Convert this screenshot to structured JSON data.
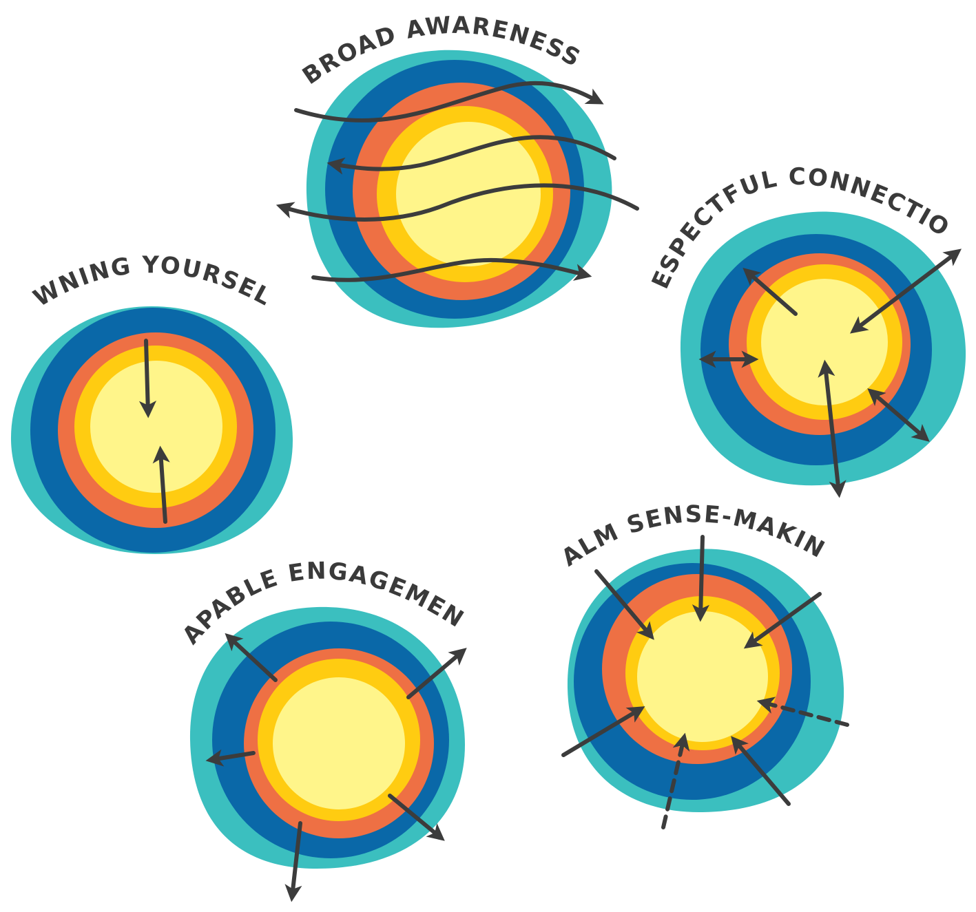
{
  "colors": {
    "outer_teal": "#3bbfbf",
    "ring_blue": "#0a68a8",
    "ring_orange": "#ee7044",
    "ring_gold": "#ffcc11",
    "core_yellow": "#fff58a",
    "arrow": "#3c3c3c",
    "label": "#3a3a3a"
  },
  "labels": {
    "broad_awareness": "BROAD AWARENESS",
    "respectful_connection": "RESPECTFUL CONNECTION",
    "owning_yourself": "OWNING YOURSELF",
    "capable_engagement": "CAPABLE ENGAGEMENT",
    "calm_sense_making": "CALM SENSE-MAKING"
  },
  "icons": {
    "broad_awareness": "concentric-rings-crossing-wavy-arrows-icon",
    "respectful_connection": "concentric-rings-bidirectional-arrows-icon",
    "owning_yourself": "concentric-rings-inward-arrows-icon",
    "capable_engagement": "concentric-rings-outward-arrows-icon",
    "calm_sense_making": "concentric-rings-converging-arrows-icon"
  }
}
